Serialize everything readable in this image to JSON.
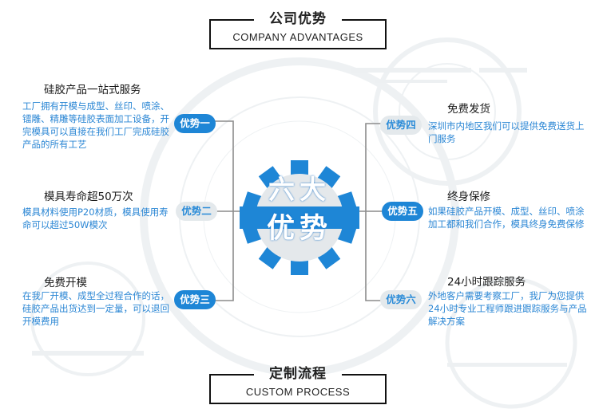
{
  "headers": {
    "top": {
      "title": "公司优势",
      "subtitle": "COMPANY ADVANTAGES"
    },
    "bottom": {
      "title": "定制流程",
      "subtitle": "CUSTOM PROCESS"
    }
  },
  "center": {
    "line1": "六大",
    "line2": "优势"
  },
  "colors": {
    "accent": "#1e86d6",
    "inactive_pill": "#e4e9ec",
    "gear_gray": "#e5e9ec"
  },
  "advantages": [
    {
      "label": "优势一",
      "title": "硅胶产品一站式服务",
      "desc": "工厂拥有开模与成型、丝印、喷涂、镭雕、精雕等硅胶表面加工设备，开完模具可以直接在我们工厂完成硅胶产品的所有工艺"
    },
    {
      "label": "优势二",
      "title": "模具寿命超50万次",
      "desc": "模具材料使用P20材质，模具使用寿命可以超过50W模次"
    },
    {
      "label": "优势三",
      "title": "免费开模",
      "desc": "在我厂开模、成型全过程合作的话，硅胶产品出货达到一定量，可以退回开模费用"
    },
    {
      "label": "优势四",
      "title": "免费发货",
      "desc": "深圳市内地区我们可以提供免费送货上门服务"
    },
    {
      "label": "优势五",
      "title": "终身保修",
      "desc": "如果硅胶产品开模、成型、丝印、喷涂加工都和我们合作，模具终身免费保修"
    },
    {
      "label": "优势六",
      "title": "24小时跟踪服务",
      "desc": "外地客户需要考察工厂，我厂为您提供24小时专业工程师跟进跟踪服务与产品解决方案"
    }
  ]
}
